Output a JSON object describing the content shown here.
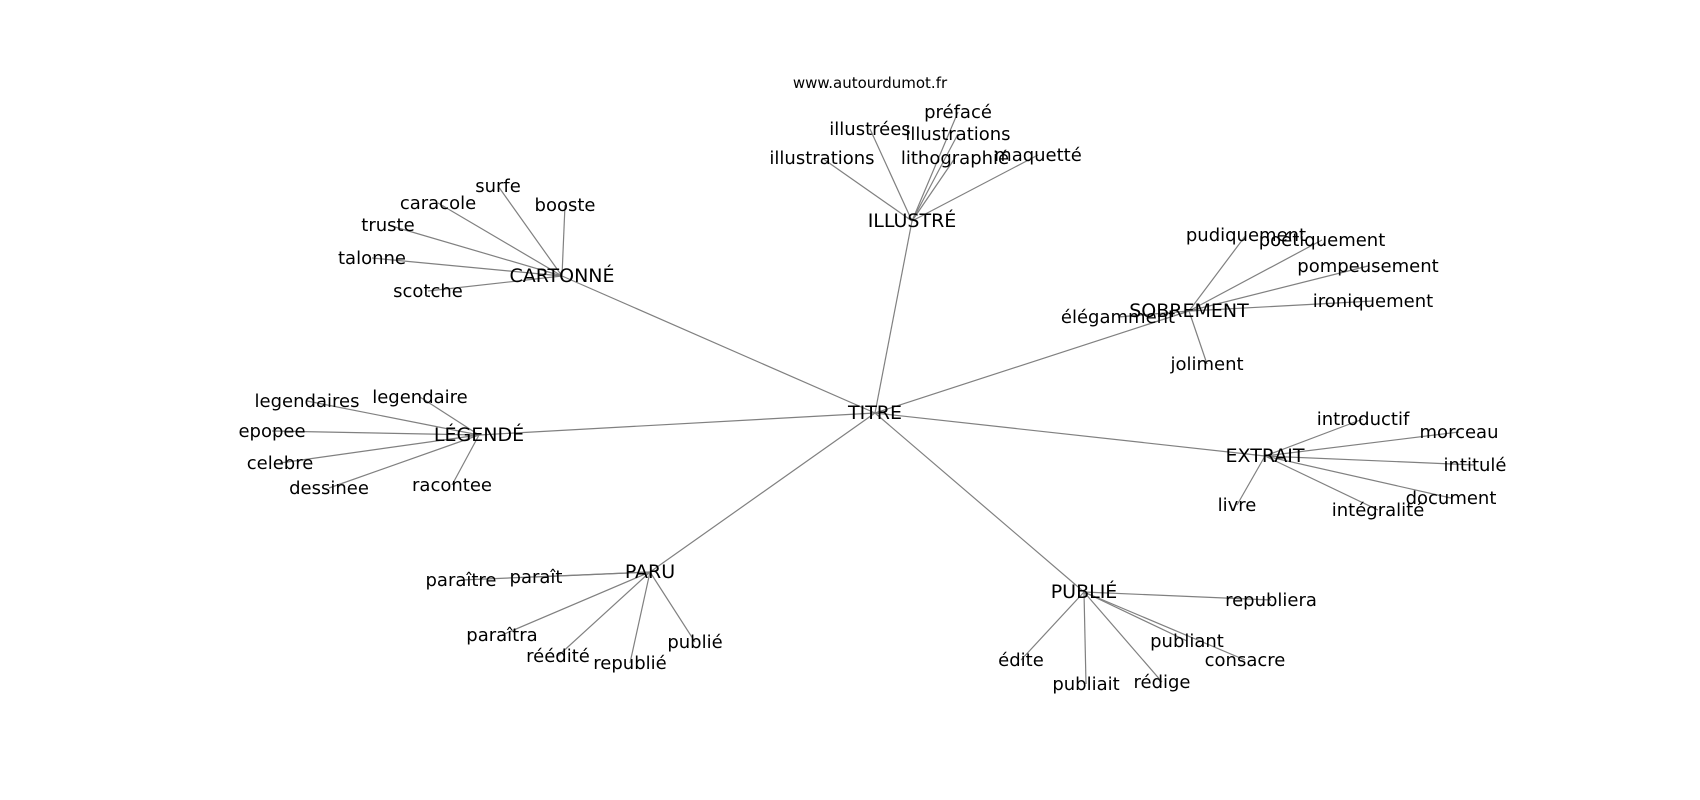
{
  "watermark": "www.autourdumot.fr",
  "graph": {
    "center": "TITRE",
    "hubs": [
      {
        "key": "illustre",
        "label": "ILLUSTRÉ",
        "leaves": [
          "illustrées",
          "préfacé",
          "illustrations",
          "illustrations",
          "lithographié",
          "maquetté"
        ]
      },
      {
        "key": "cartonne",
        "label": "CARTONNÉ",
        "leaves": [
          "surfe",
          "caracole",
          "booste",
          "truste",
          "talonne",
          "scotche"
        ]
      },
      {
        "key": "sobrement",
        "label": "SOBREMENT",
        "leaves": [
          "pudiquement",
          "poétiquement",
          "pompeusement",
          "ironiquement",
          "élégamment",
          "joliment"
        ]
      },
      {
        "key": "legende",
        "label": "LÉGENDÉ",
        "leaves": [
          "legendaires",
          "legendaire",
          "epopee",
          "celebre",
          "dessinee",
          "racontee"
        ]
      },
      {
        "key": "extrait",
        "label": "EXTRAIT",
        "leaves": [
          "introductif",
          "morceau",
          "intitulé",
          "document",
          "intégralité",
          "livre"
        ]
      },
      {
        "key": "paru",
        "label": "PARU",
        "leaves": [
          "paraître",
          "paraît",
          "paraîtra",
          "réédité",
          "republié",
          "publié"
        ]
      },
      {
        "key": "publie",
        "label": "PUBLIÉ",
        "leaves": [
          "republiera",
          "publiant",
          "consacre",
          "édite",
          "publiait",
          "rédige"
        ]
      }
    ]
  }
}
